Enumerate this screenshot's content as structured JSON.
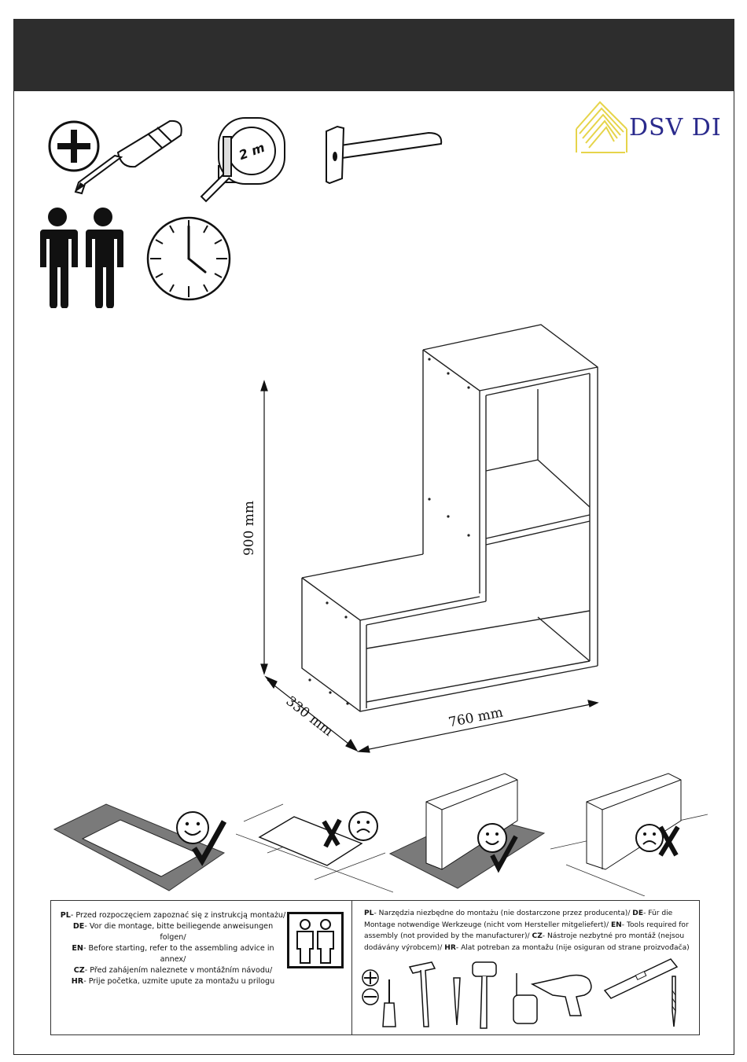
{
  "header": {
    "bar_color": "#2d2d2d"
  },
  "brand": {
    "logo_text": "DSV DI",
    "logo_color": "#2a2a8c",
    "mark_color": "#e6d44a"
  },
  "tools_top": [
    "plus-icon",
    "screwdriver-icon",
    "tape-measure-icon",
    "hammer-icon"
  ],
  "tape_label": "2 m",
  "people_icon": "two-persons-icon",
  "clock_icon": "clock-icon",
  "dimensions": {
    "height": "900 mm",
    "width": "760 mm",
    "depth": "330 mm"
  },
  "assembly_tips": [
    "good-on-rug",
    "bad-on-floor",
    "good-rug-upright",
    "bad-floor-upright"
  ],
  "instructions_left": [
    {
      "code": "PL",
      "text": "- Przed rozpoczęciem zapoznać się z instrukcją montażu/"
    },
    {
      "code": "DE",
      "text": "- Vor die montage, bitte beiliegende anweisungen folgen/"
    },
    {
      "code": "EN",
      "text": "- Before starting, refer to the assembling advice in annex/"
    },
    {
      "code": "CZ",
      "text": "- Před zahájením naleznete v montážním návodu/"
    },
    {
      "code": "HR",
      "text": "- Prije početka, uzmite upute za montažu u prilogu"
    }
  ],
  "instructions_right": [
    {
      "code": "PL",
      "text": "- Narzędzia niezbędne do montażu (nie dostarczone przez producenta)/ "
    },
    {
      "code": "DE",
      "text": "- Für die Montage notwendige Werkzeuge (nicht vom Hersteller mitgeliefert)/ "
    },
    {
      "code": "EN",
      "text": "- Tools required for assembly (not provided by the manufacturer)/ "
    },
    {
      "code": "CZ",
      "text": "- Nástroje nezbytné pro montáž (nejsou dodávány výrobcem)/ "
    },
    {
      "code": "HR",
      "text": "- Alat potreban za montažu (nije osiguran od strane proizvođača)"
    }
  ],
  "tools_bottom": [
    "plus-minus-icon",
    "screwdriver-icon",
    "hammer-icon",
    "awl-icon",
    "mallet-icon",
    "tape-measure-icon",
    "drill-icon",
    "level-icon",
    "drill-bit-icon"
  ]
}
